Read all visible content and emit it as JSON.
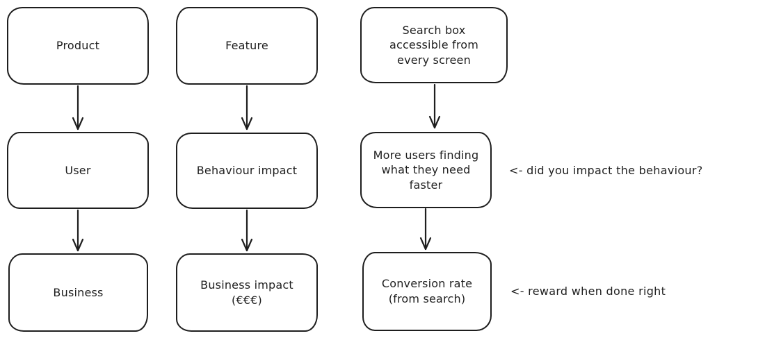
{
  "diagram": {
    "title_implicit": "",
    "colors": {
      "stroke": "#1e1e1e",
      "background": "#ffffff"
    },
    "columns": [
      {
        "name": "product-chain",
        "nodes": [
          "Product",
          "User",
          "Business"
        ]
      },
      {
        "name": "feature-chain",
        "nodes": [
          "Feature",
          "Behaviour impact",
          "Business impact\n(€€€)"
        ]
      },
      {
        "name": "example-chain",
        "nodes": [
          "Search box\naccessible from\nevery screen",
          "More users finding\nwhat they need\nfaster",
          "Conversion rate\n(from search)"
        ]
      }
    ],
    "annotations": [
      {
        "text": "<- did you impact the behaviour?",
        "points_to": "More users finding what they need faster"
      },
      {
        "text": "<- reward when done right",
        "points_to": "Conversion rate (from search)"
      }
    ]
  }
}
